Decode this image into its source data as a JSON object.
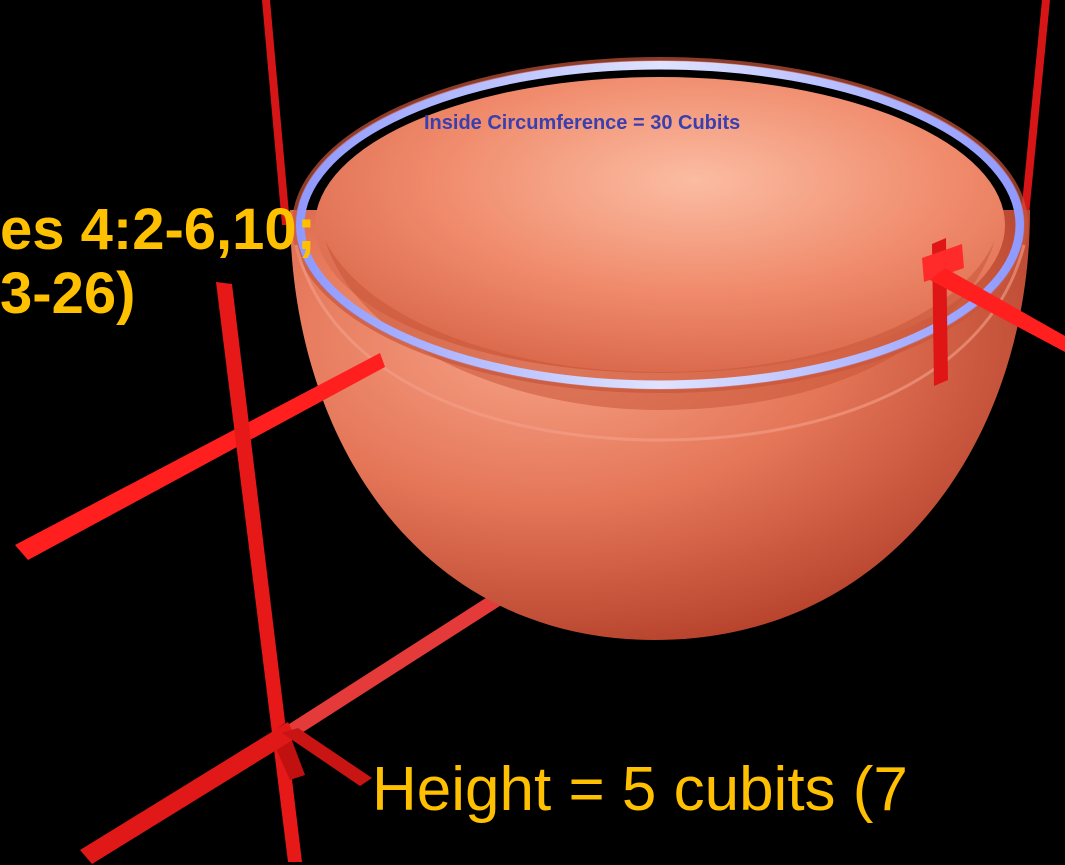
{
  "labels": {
    "rim_text": "Inside Circumference = 30 Cubits",
    "ref_line_1": "es 4:2-6,10;",
    "ref_line_2": "3-26)",
    "height_text": "Height = 5 cubits (7"
  },
  "colors": {
    "background": "#000000",
    "label_text": "#ffc000",
    "rim_text": "#3a3fb0",
    "basin": "#e8785a",
    "rim": "#a9b2ff",
    "measure_lines": "#ff1f1f"
  }
}
